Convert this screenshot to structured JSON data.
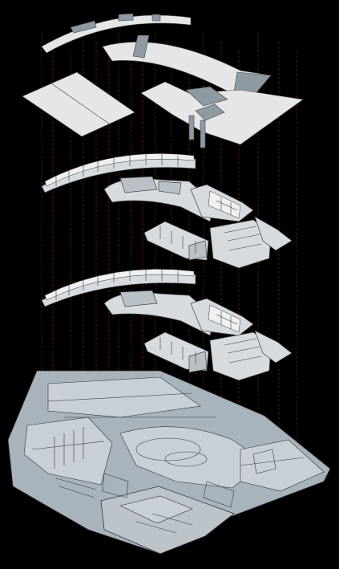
{
  "diagram": {
    "type": "exploded-axonometric",
    "background_color": "#000000",
    "leader_line_color": "#7a1f2a",
    "slab_color": "#d7dbde",
    "base_color": "#a9b3bb",
    "layers": [
      {
        "id": "roof-canopy-arc"
      },
      {
        "id": "roof-plates"
      },
      {
        "id": "upper-floor-plan"
      },
      {
        "id": "lower-floor-plan"
      },
      {
        "id": "ground-site-plan"
      }
    ]
  }
}
